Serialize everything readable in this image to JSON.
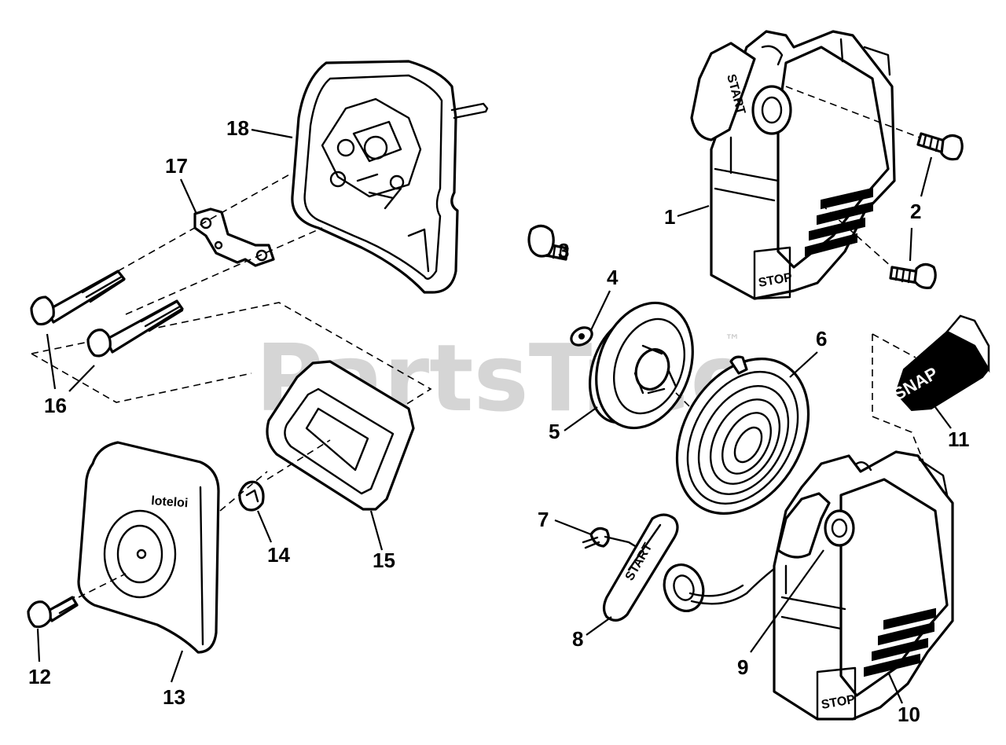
{
  "watermark": {
    "text": "PartsTree",
    "trademark": "™"
  },
  "callouts": {
    "c1": "1",
    "c2": "2",
    "c3": "3",
    "c4": "4",
    "c5": "5",
    "c6": "6",
    "c7": "7",
    "c8": "8",
    "c9": "9",
    "c10": "10",
    "c11": "11",
    "c12": "12",
    "c13": "13",
    "c14": "14",
    "c15": "15",
    "c16": "16",
    "c17": "17",
    "c18": "18"
  },
  "decals": {
    "start_1": "START",
    "start_8": "START",
    "stop_1": "STOP",
    "stop_10": "STOP",
    "snap": "SNAP",
    "cover_logo": "loteloi"
  },
  "colors": {
    "line": "#000000",
    "watermark": "#c8c8c8",
    "background": "#ffffff"
  }
}
